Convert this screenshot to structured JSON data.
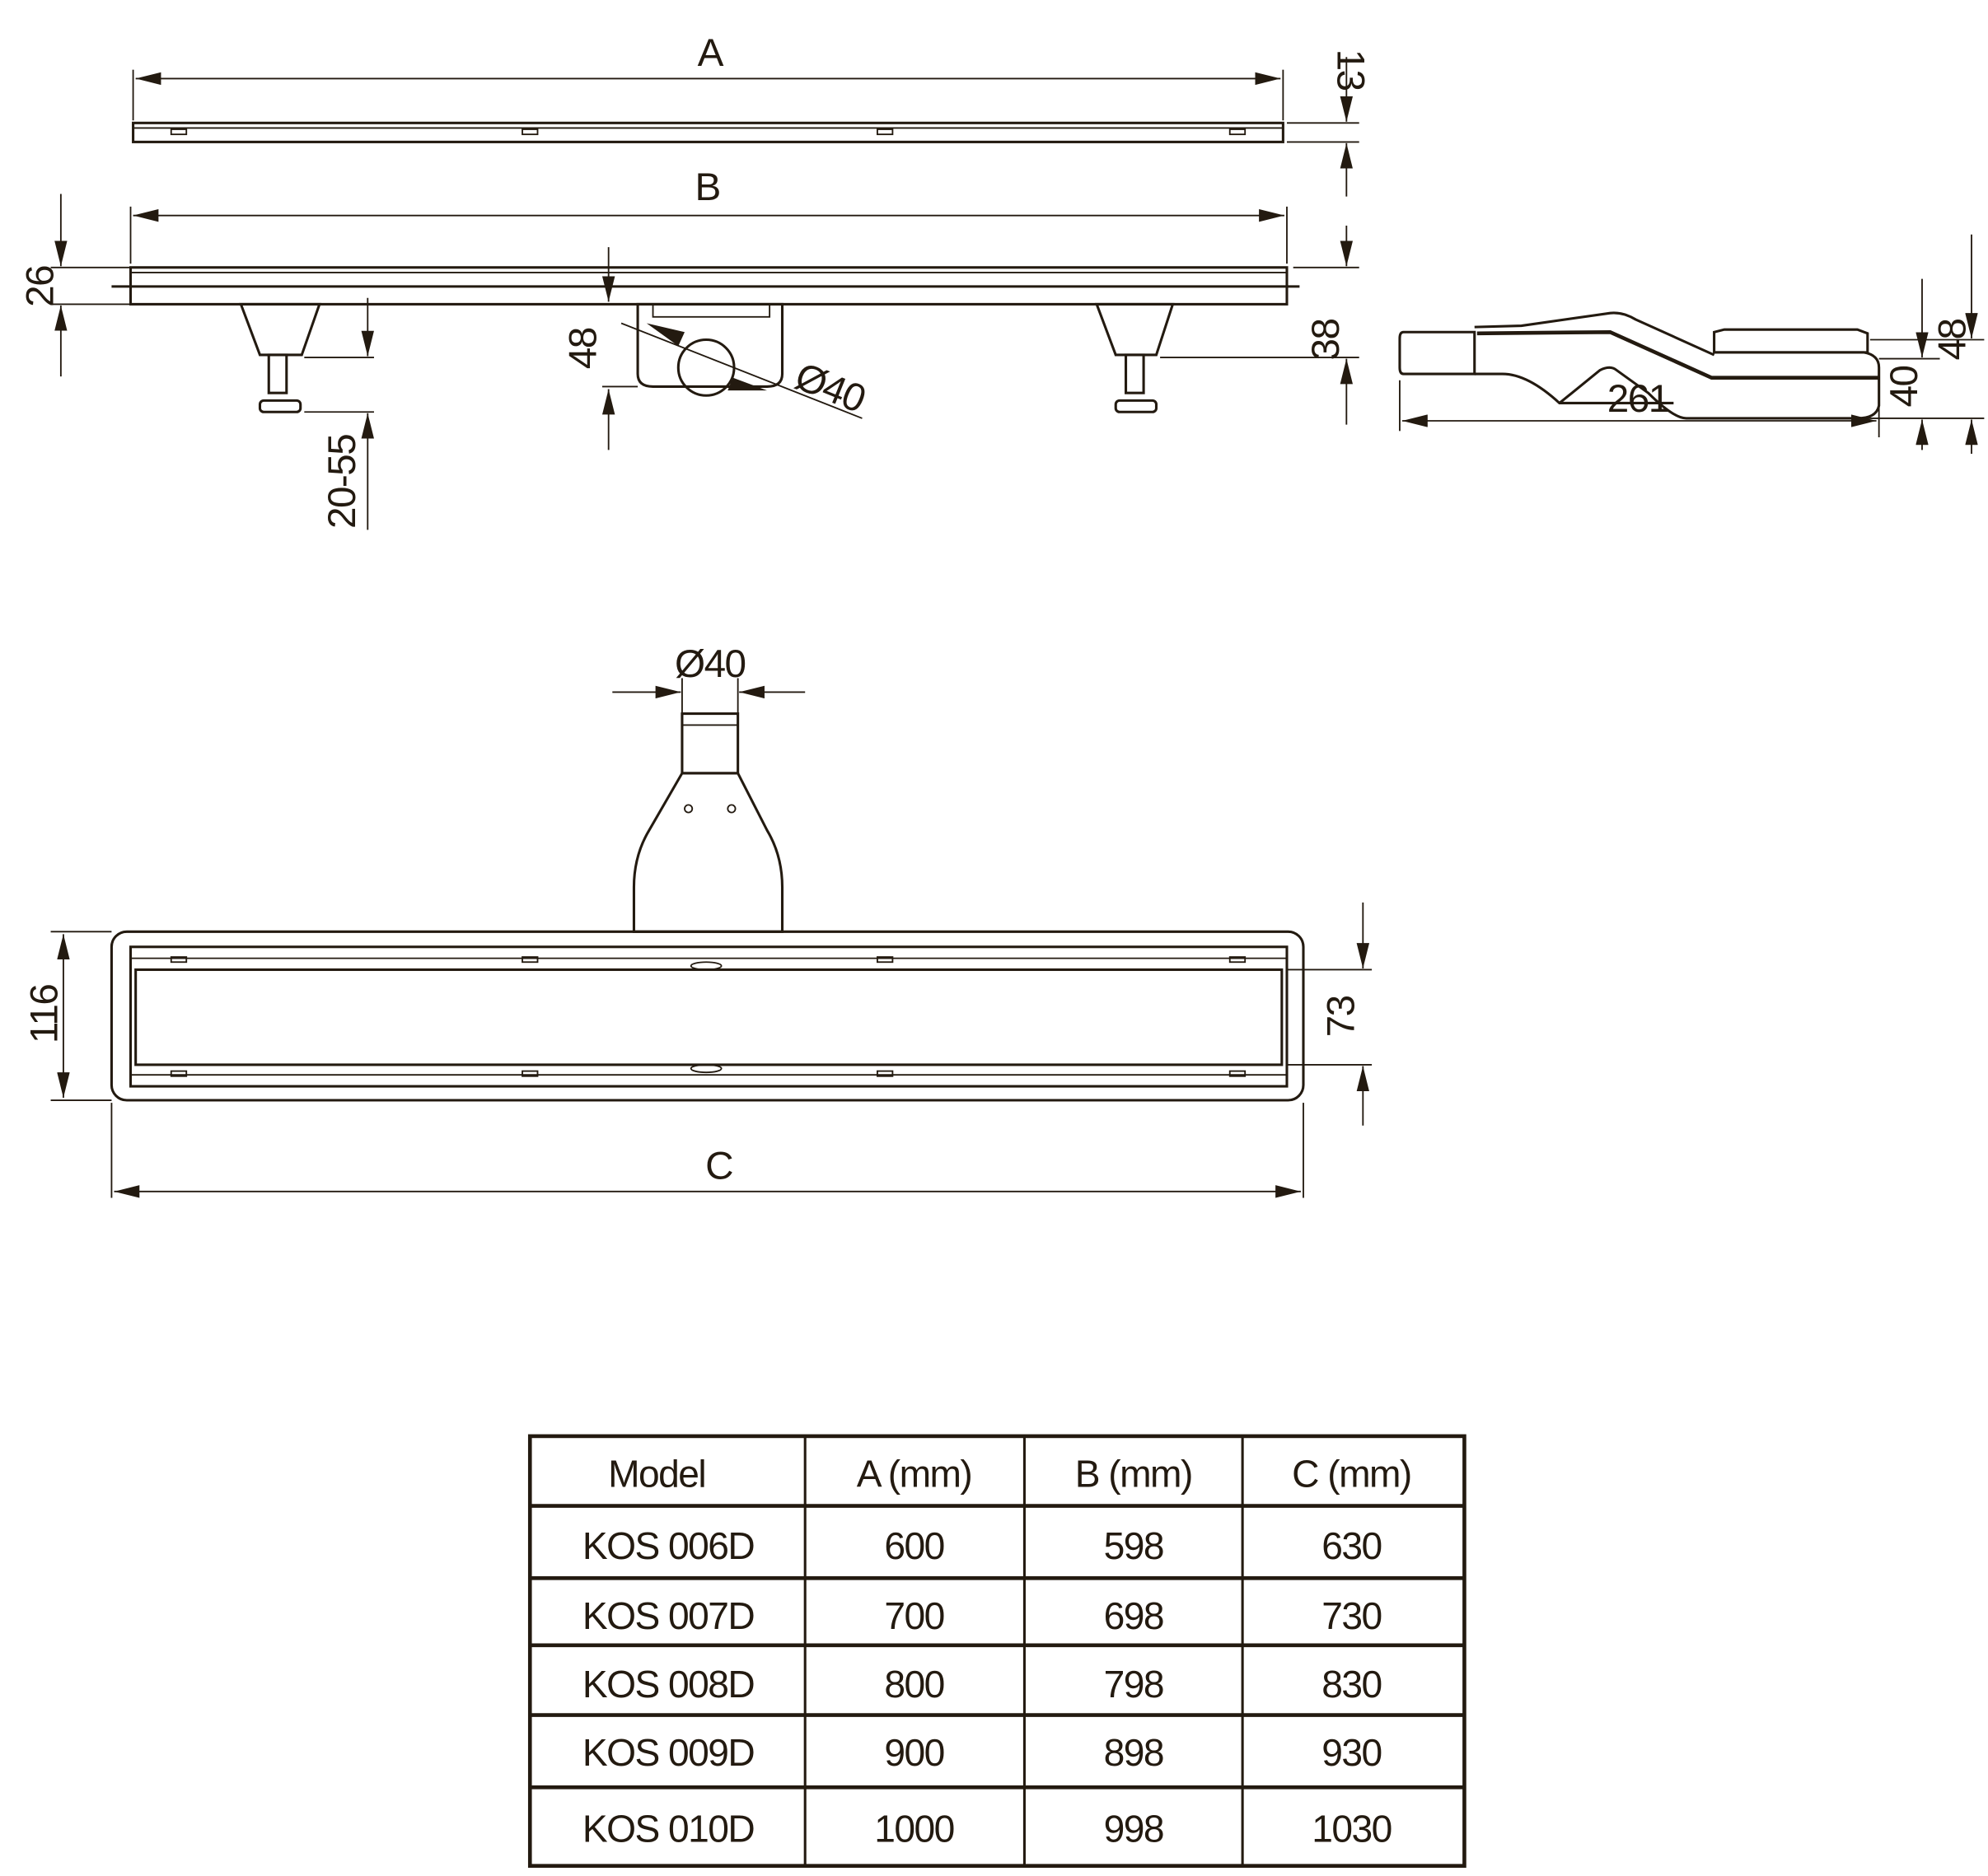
{
  "drawing": {
    "labels": {
      "A": "A",
      "B": "B",
      "C": "C",
      "d13": "13",
      "d26": "26",
      "d38": "38",
      "d48_outlet": "48",
      "d20_55": "20-55",
      "dia40_side": "Ø40",
      "dia40_top": "Ø40",
      "d261": "261",
      "d40": "40",
      "d48_side": "48",
      "d116": "116",
      "d73": "73"
    },
    "line_color": "#231a10"
  },
  "table": {
    "headers": [
      "Model",
      "A (mm)",
      "B (mm)",
      "C (mm)"
    ],
    "rows": [
      [
        "KOS 006D",
        "600",
        "598",
        "630"
      ],
      [
        "KOS 007D",
        "700",
        "698",
        "730"
      ],
      [
        "KOS 008D",
        "800",
        "798",
        "830"
      ],
      [
        "KOS 009D",
        "900",
        "898",
        "930"
      ],
      [
        "KOS 010D",
        "1000",
        "998",
        "1030"
      ]
    ]
  }
}
